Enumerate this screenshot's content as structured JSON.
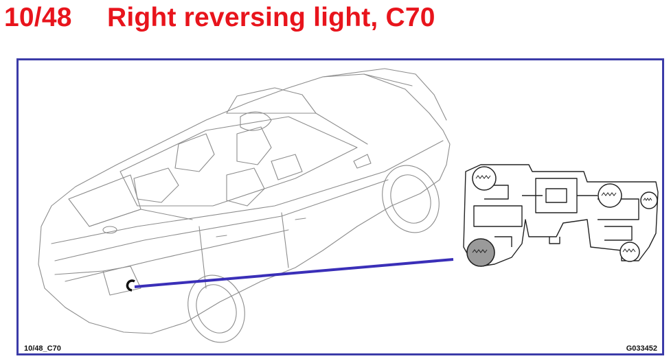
{
  "title": {
    "number": "10/48",
    "text": "Right reversing light, C70"
  },
  "labels": {
    "figure_ref": "10/48_C70",
    "image_code": "G033452"
  },
  "colors": {
    "title": "#e8141c",
    "frame": "#3b3ba8",
    "pointer": "#3a2fb8",
    "highlight_bulb": "#9a9a9a"
  }
}
